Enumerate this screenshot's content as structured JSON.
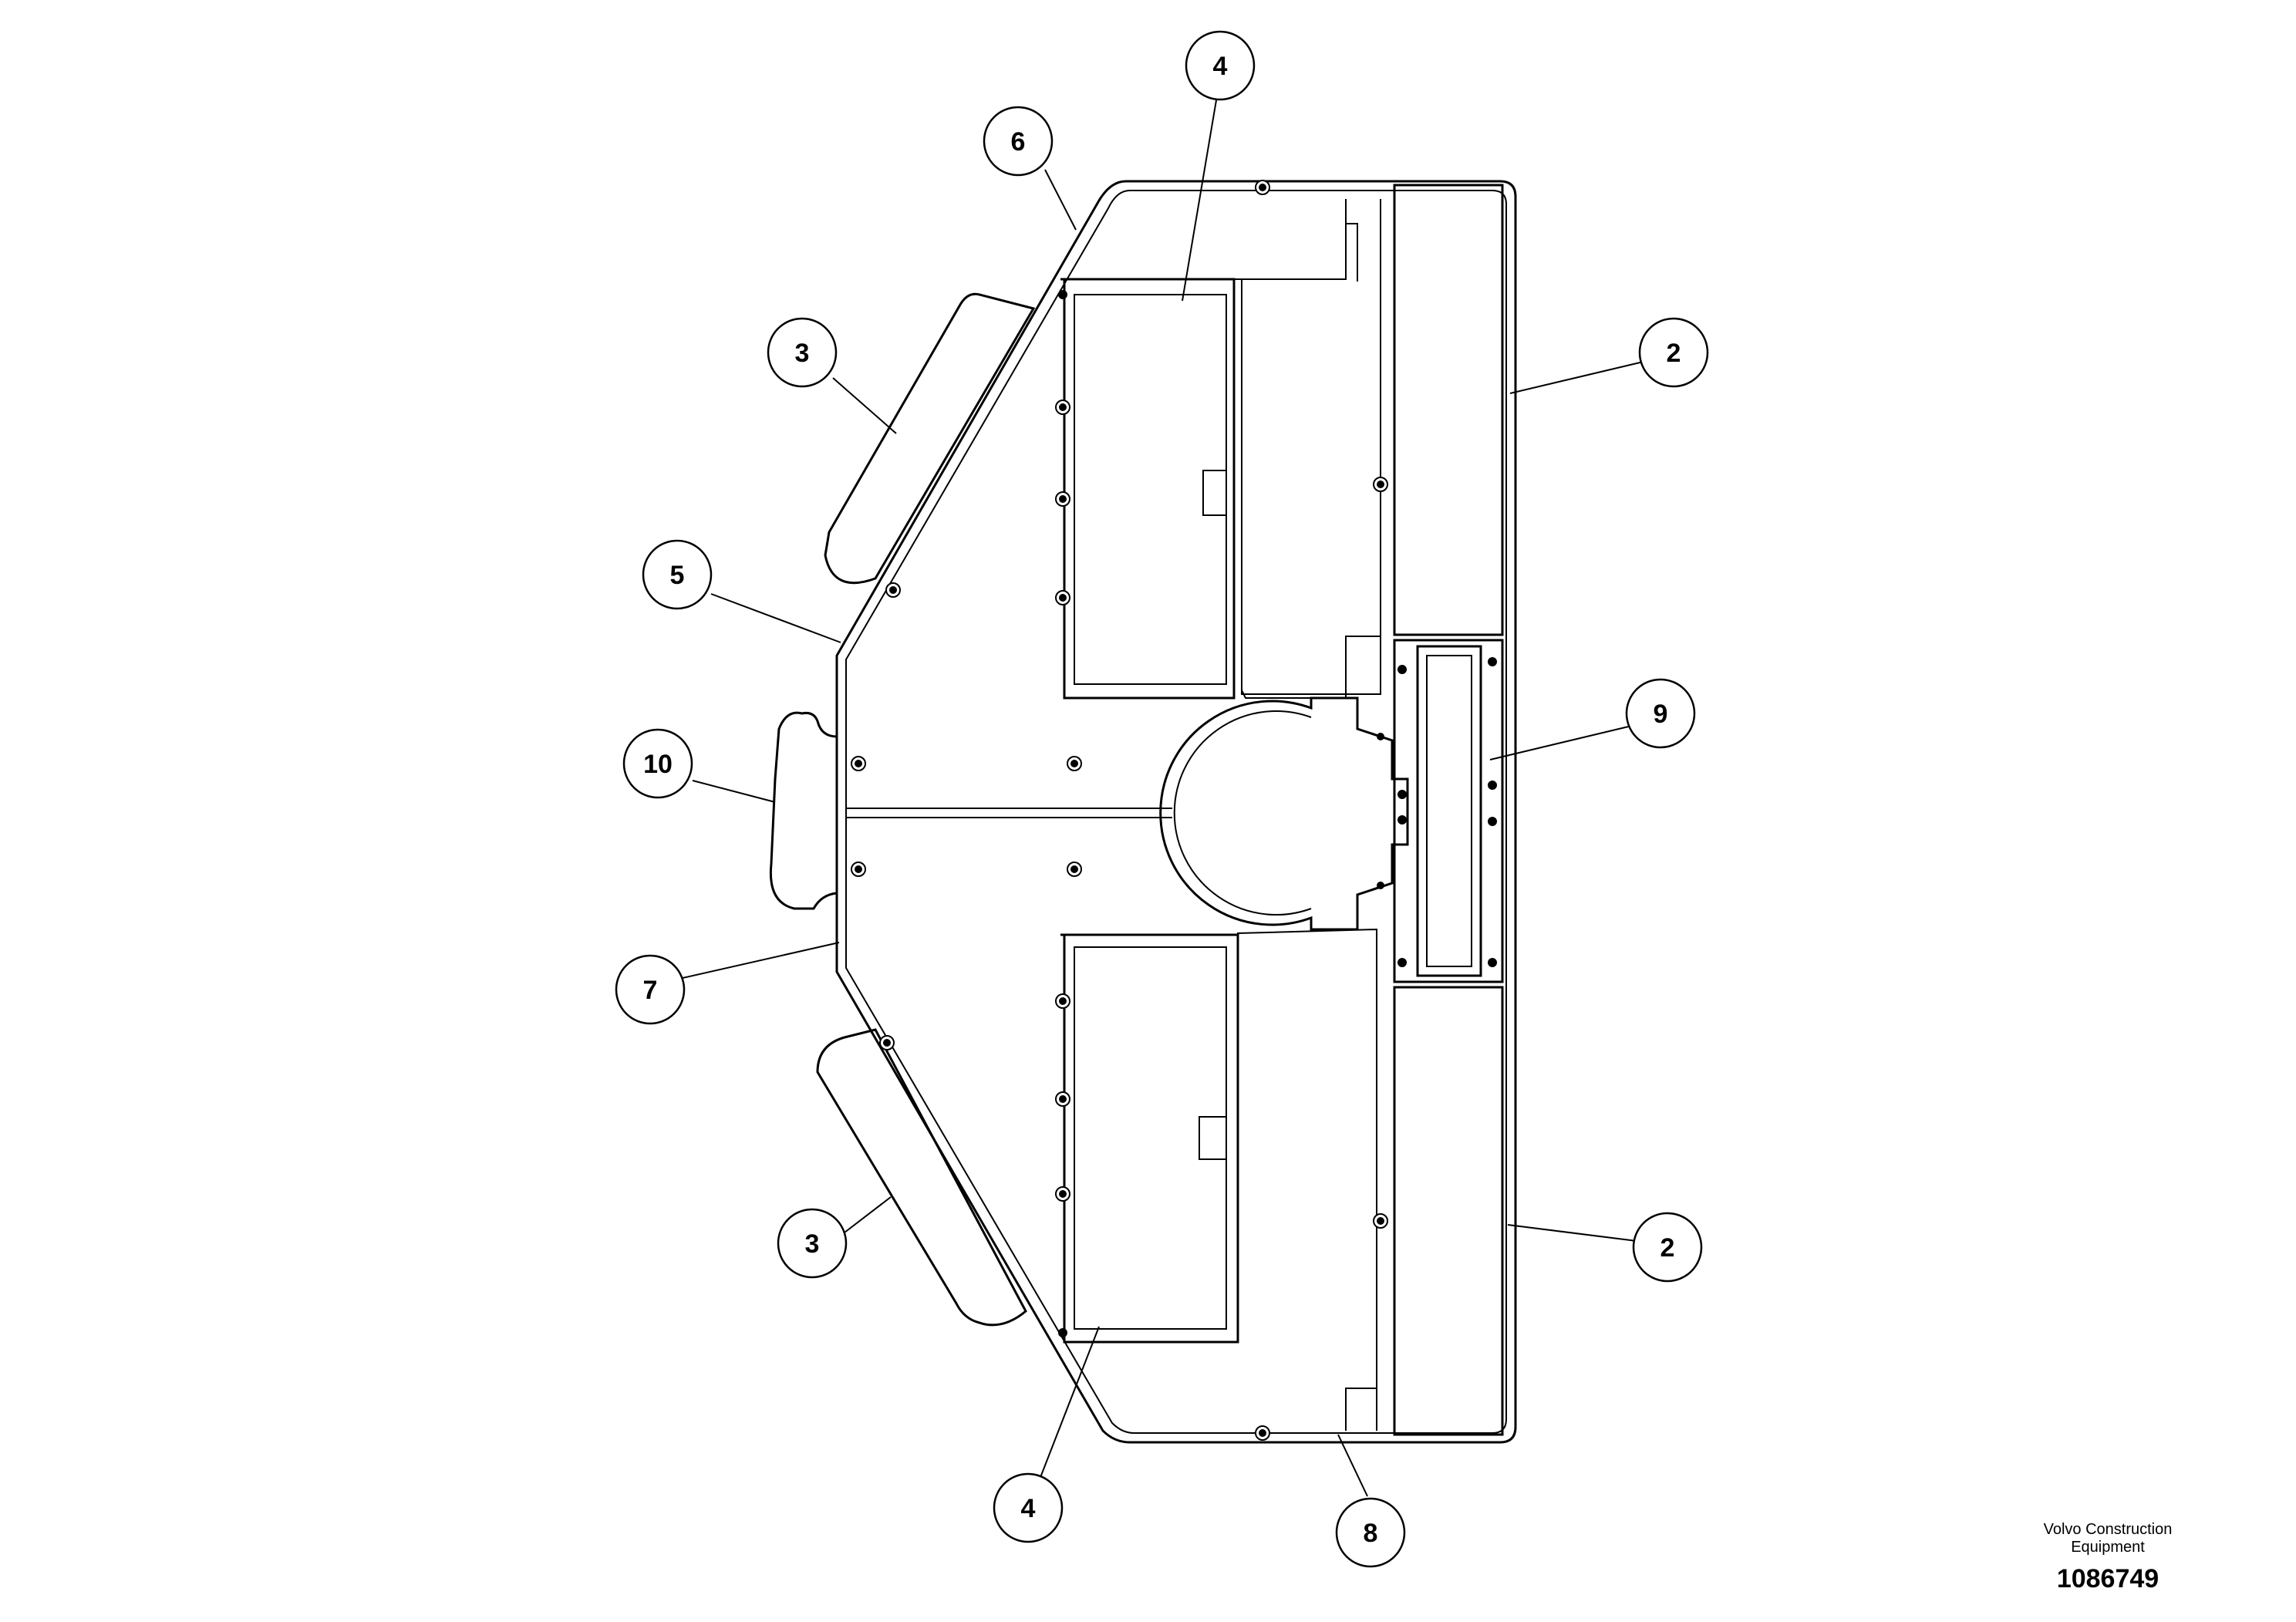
{
  "callouts": [
    {
      "label": "4"
    },
    {
      "label": "6"
    },
    {
      "label": "3"
    },
    {
      "label": "2"
    },
    {
      "label": "5"
    },
    {
      "label": "9"
    },
    {
      "label": "10"
    },
    {
      "label": "7"
    },
    {
      "label": "3"
    },
    {
      "label": "2"
    },
    {
      "label": "4"
    },
    {
      "label": "8"
    }
  ],
  "footer": {
    "maker_line1": "Volvo Construction",
    "maker_line2": "Equipment",
    "document_number": "1086749"
  }
}
